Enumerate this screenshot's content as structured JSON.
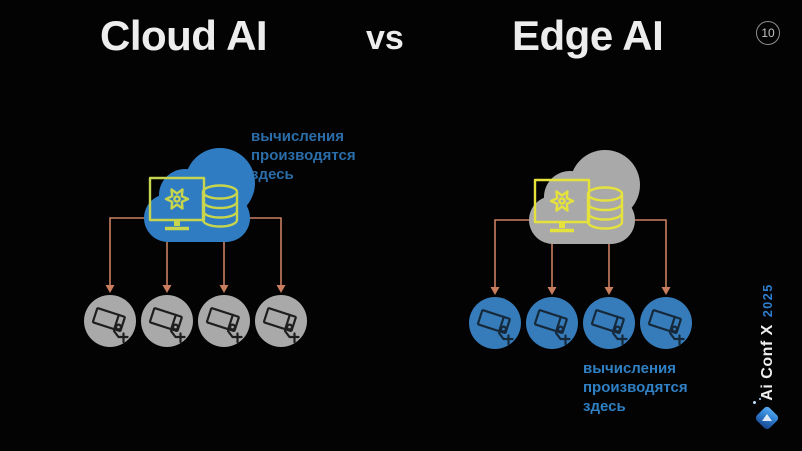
{
  "slide": {
    "title_left": "Cloud AI",
    "vs": "vs",
    "title_right": "Edge AI",
    "page_number": "10"
  },
  "cloud_ai": {
    "compute_label": "вычисления производятся здесь",
    "cloud_color": "#2f7cc2",
    "icon_color": "#c6d44e",
    "camera_color": "#a9a9a9",
    "camera_outline": "#1e1e1e",
    "camera_count": 4
  },
  "edge_ai": {
    "compute_label": "вычисления производятся здесь",
    "cloud_color": "#a9a9a9",
    "icon_color": "#e6e23c",
    "camera_color": "#367cba",
    "camera_outline": "#16293a",
    "camera_count": 4
  },
  "colors": {
    "background": "#030303",
    "title_text": "#ededed",
    "arrow": "#c97f5f",
    "label_blue_left": "#2b6da9",
    "label_blue_right": "#2f80c4",
    "year_blue": "#2f7fd0",
    "page_badge_ring": "#8f8f8f"
  },
  "branding": {
    "conference_name": "Ai Conf X",
    "year": "2025"
  },
  "icons": [
    "cloud-shape",
    "monitor-icon",
    "gear-icon",
    "database-icon",
    "camera-icon",
    "downlink-arrows",
    "ai-conf-logo-icon"
  ]
}
